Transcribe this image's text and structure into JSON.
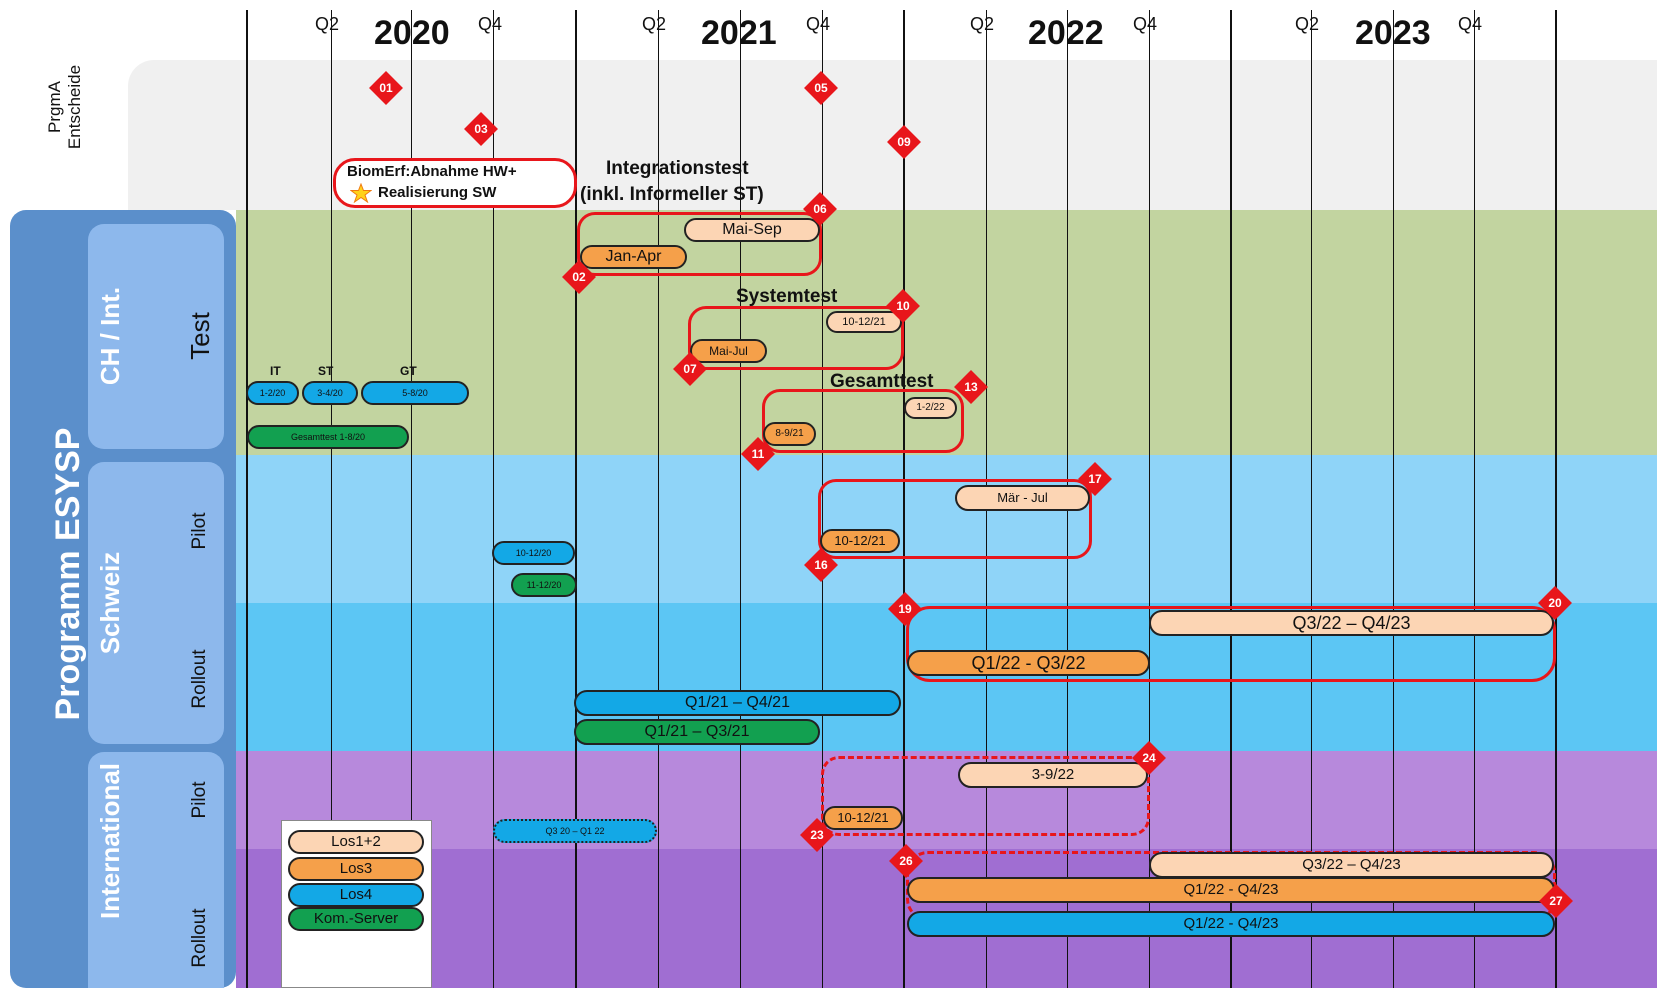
{
  "timeline": {
    "years": [
      "2020",
      "2021",
      "2022",
      "2023"
    ],
    "quarter_q2": "Q2",
    "quarter_q4": "Q4"
  },
  "rows": {
    "prgma_line1": "PrgmA",
    "prgma_line2": "Entscheide",
    "programm": "Programm ESYSP",
    "ch_int": "CH / Int.",
    "test": "Test",
    "schweiz": "Schweiz",
    "international": "International",
    "pilot": "Pilot",
    "rollout": "Rollout"
  },
  "annotations": {
    "biom_line1": "BiomErf:Abnahme HW+",
    "biom_line2": "Realisierung SW",
    "integrationstest_line1": "Integrationstest",
    "integrationstest_line2": "(inkl. Informeller ST)",
    "systemtest": "Systemtest",
    "gesamttest": "Gesamttest",
    "it": "IT",
    "st": "ST",
    "gt": "GT"
  },
  "bars": {
    "mai_sep": "Mai-Sep",
    "jan_apr": "Jan-Apr",
    "sys_10_12_21": "10-12/21",
    "mai_jul": "Mai-Jul",
    "it_1_2_20": "1-2/20",
    "st_3_4_20": "3-4/20",
    "gt_5_8_20": "5-8/20",
    "gesamttest_1_8_20": "Gesamttest 1-8/20",
    "ges_1_2_22": "1-2/22",
    "ges_8_9_21": "8-9/21",
    "pilot_mar_jul": "Mär - Jul",
    "pilot_10_12_21": "10-12/21",
    "pilot_10_12_20": "10-12/20",
    "pilot_11_12_20": "11-12/20",
    "ro_q3_22_q4_23": "Q3/22 – Q4/23",
    "ro_q1_22_q3_22": "Q1/22 - Q3/22",
    "ro_q1_21_q4_21": "Q1/21 – Q4/21",
    "ro_q1_21_q3_21": "Q1/21 – Q3/21",
    "int_pilot_3_9_22": "3-9/22",
    "int_pilot_10_12_21": "10-12/21",
    "int_pilot_q3_20_q1_22": "Q3 20 – Q1 22",
    "int_ro_q3_22_q4_23": "Q3/22 – Q4/23",
    "int_ro_q1_22_q4_23_a": "Q1/22 - Q4/23",
    "int_ro_q1_22_q4_23_b": "Q1/22 - Q4/23"
  },
  "milestones": [
    "01",
    "02",
    "03",
    "05",
    "06",
    "07",
    "09",
    "10",
    "11",
    "13",
    "16",
    "17",
    "19",
    "20",
    "23",
    "24",
    "26",
    "27"
  ],
  "legend": [
    "Los1+2",
    "Los3",
    "Los4",
    "Kom.-Server"
  ],
  "colors": {
    "peach": "#fcd5b4",
    "orange": "#f5a04a",
    "blue": "#13a8e6",
    "green": "#12a050",
    "milestone_red": "#e8161b",
    "band_gray": "#f0f0f0",
    "band_olive": "#c2d4a0",
    "band_lightblue": "#8fd4f8",
    "band_blue": "#5cc6f4",
    "band_lilac": "#b789dc",
    "band_purple": "#a06ed2",
    "sidebar_blue": "#5b8fcb",
    "subbox_blue": "#8db8ec"
  }
}
